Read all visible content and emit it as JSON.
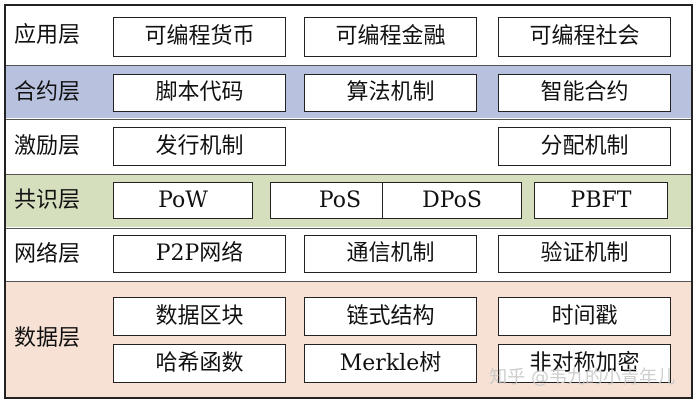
{
  "colors": {
    "band_app": "#ffffff",
    "band_contract": "#b8c2df",
    "band_incentive": "#ffffff",
    "band_consensus": "#d5dfbe",
    "band_network": "#ffffff",
    "band_data": "#f7e1d4",
    "border": "#222222"
  },
  "layers": {
    "application": {
      "label": "应用层",
      "items": [
        "可编程货币",
        "可编程金融",
        "可编程社会"
      ]
    },
    "contract": {
      "label": "合约层",
      "items": [
        "脚本代码",
        "算法机制",
        "智能合约"
      ]
    },
    "incentive": {
      "label": "激励层",
      "items": [
        "发行机制",
        "分配机制"
      ]
    },
    "consensus": {
      "label": "共识层",
      "items": [
        "PoW",
        "PoS",
        "DPoS",
        "PBFT"
      ]
    },
    "network": {
      "label": "网络层",
      "items": [
        "P2P网络",
        "通信机制",
        "验证机制"
      ]
    },
    "data": {
      "label": "数据层",
      "items": [
        "数据区块",
        "链式结构",
        "时间戳",
        "哈希函数",
        "Merkle树",
        "非对称加密"
      ]
    }
  },
  "watermark": "知乎 @韦九的小青年儿"
}
